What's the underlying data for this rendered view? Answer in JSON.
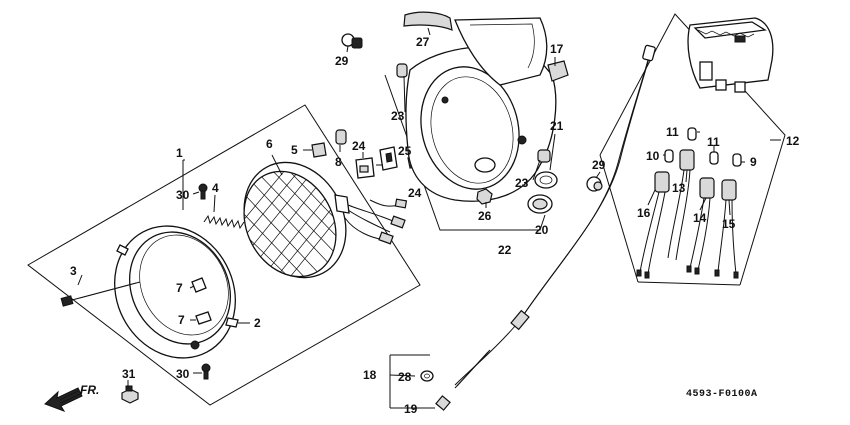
{
  "diagram": {
    "labels": {
      "p1": "1",
      "p2": "2",
      "p3": "3",
      "p4": "4",
      "p5": "5",
      "p6": "6",
      "p7a": "7",
      "p7b": "7",
      "p8": "8",
      "p9": "9",
      "p10": "10",
      "p11a": "11",
      "p11b": "11",
      "p12": "12",
      "p13": "13",
      "p14": "14",
      "p15": "15",
      "p16": "16",
      "p17": "17",
      "p18": "18",
      "p19": "19",
      "p20": "20",
      "p21": "21",
      "p22": "22",
      "p23a": "23",
      "p23b": "23",
      "p24a": "24",
      "p24b": "24",
      "p25": "25",
      "p26": "26",
      "p27": "27",
      "p28": "28",
      "p29a": "29",
      "p29b": "29",
      "p30a": "30",
      "p30b": "30",
      "p31": "31"
    },
    "front_label": "FR.",
    "drawing_code": "4593-F0100A"
  }
}
